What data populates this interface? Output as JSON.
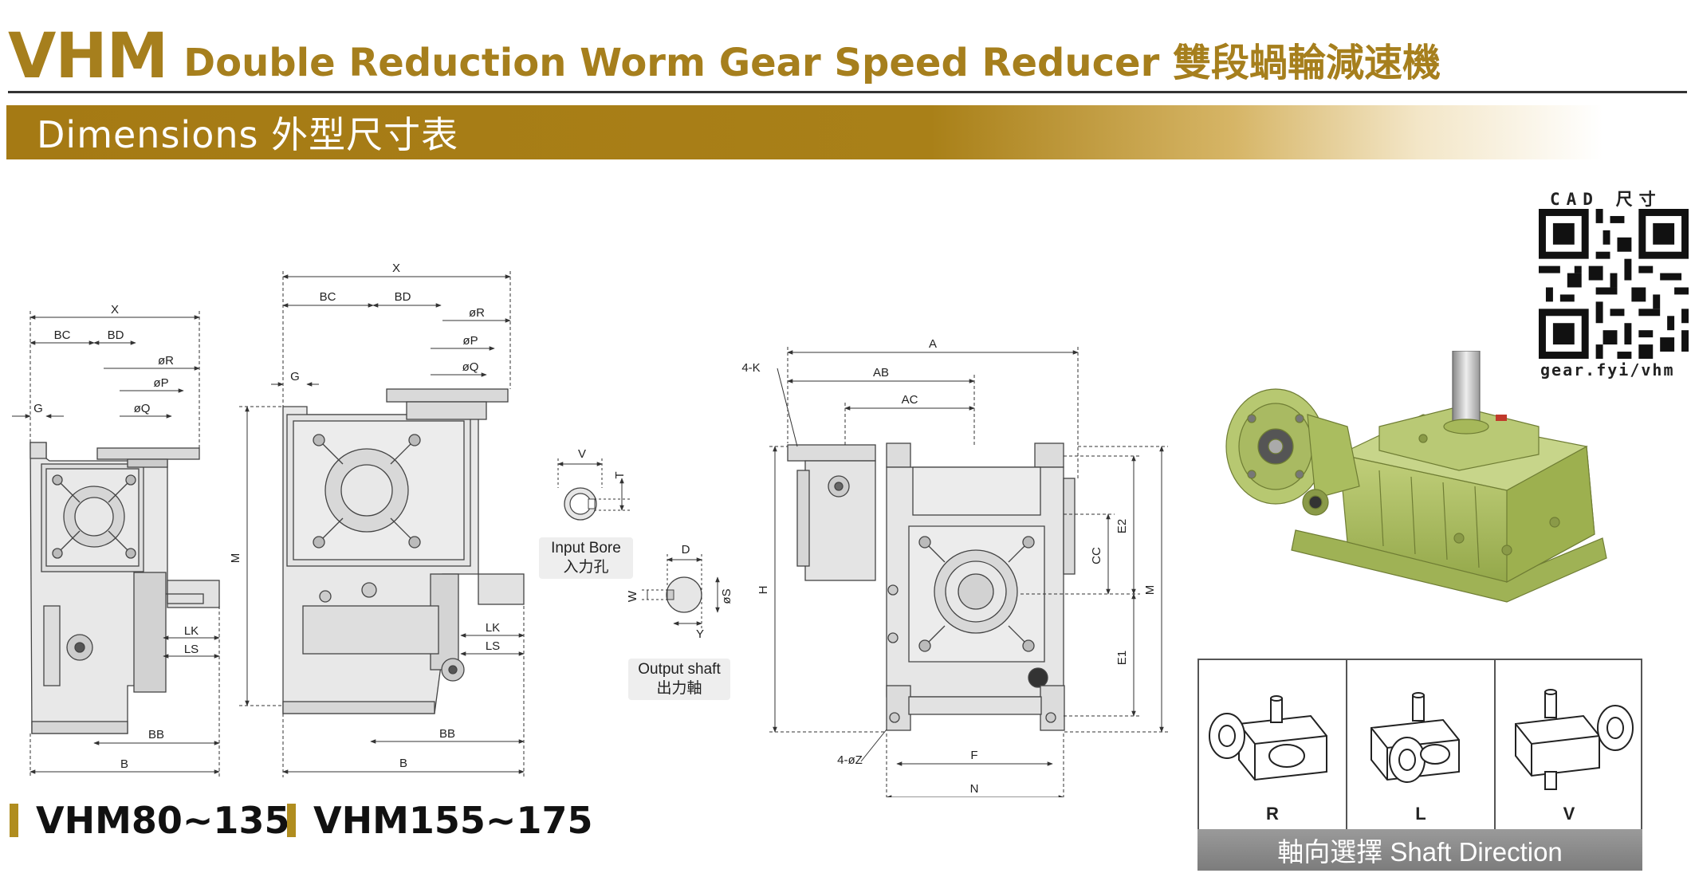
{
  "header": {
    "model_code": "VHM",
    "title": "Double Reduction Worm Gear Speed Reducer 雙段蝸輪減速機"
  },
  "section": {
    "title": "Dimensions 外型尺寸表"
  },
  "views": {
    "small_side": {
      "labels": {
        "x": "X",
        "bc": "BC",
        "bd": "BD",
        "r": "øR",
        "p": "øP",
        "q": "øQ",
        "g": "G",
        "lk": "LK",
        "ls": "LS",
        "bb": "BB",
        "b": "B"
      }
    },
    "large_side": {
      "labels": {
        "x": "X",
        "bc": "BC",
        "bd": "BD",
        "r": "øR",
        "p": "øP",
        "q": "øQ",
        "g": "G",
        "m": "M",
        "lk": "LK",
        "ls": "LS",
        "bb": "BB",
        "b": "B"
      }
    },
    "input_bore": {
      "labels": {
        "v": "V",
        "t": "T"
      },
      "caption_en": "Input Bore",
      "caption_zh": "入力孔"
    },
    "output_shaft": {
      "labels": {
        "d": "D",
        "w": "W",
        "s": "øS",
        "y": "Y"
      },
      "caption_en": "Output shaft",
      "caption_zh": "出力軸"
    },
    "front": {
      "labels": {
        "a": "A",
        "k": "4-K",
        "ab": "AB",
        "ac": "AC",
        "h": "H",
        "cc": "CC",
        "e2": "E2",
        "m": "M",
        "e1": "E1",
        "z": "4-øZ",
        "f": "F",
        "n": "N"
      }
    }
  },
  "cad": {
    "label": "CAD 尺寸",
    "url": "gear.fyi/vhm"
  },
  "shaft_direction": {
    "options": [
      "R",
      "L",
      "V"
    ],
    "caption": "軸向選擇 Shaft Direction"
  },
  "series": [
    "VHM80~135",
    "VHM155~175"
  ],
  "colors": {
    "gold": "#a67f1d",
    "housing_gray": "#e6e6e6",
    "product_green": "#a6b95c"
  }
}
